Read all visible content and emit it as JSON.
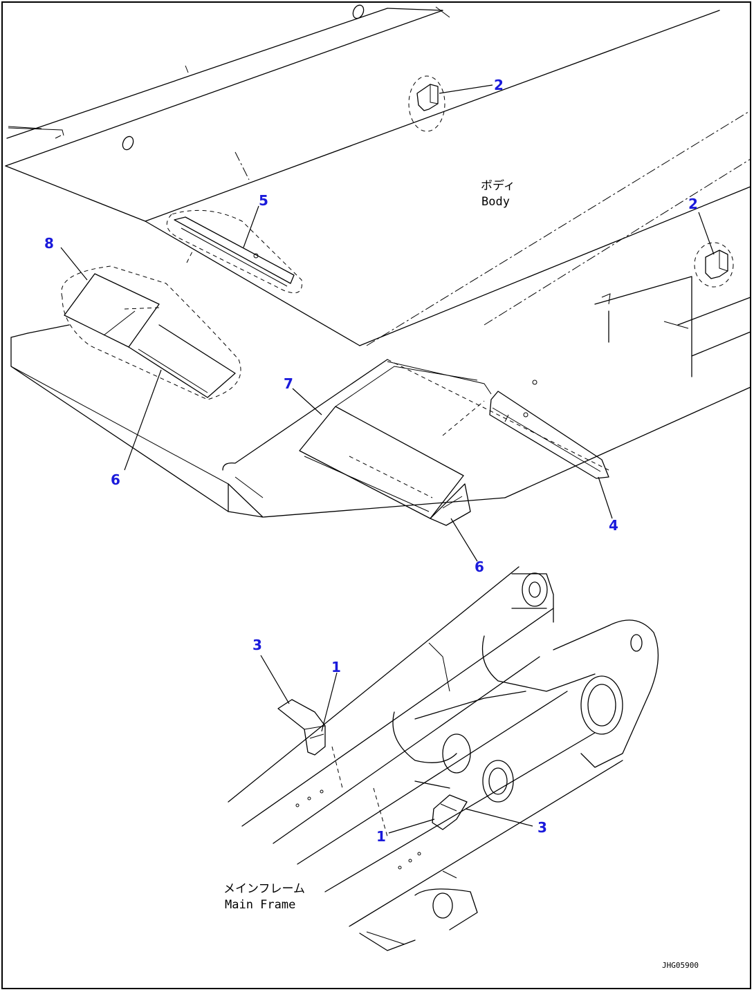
{
  "callouts": {
    "c1a": "1",
    "c1b": "1",
    "c2a": "2",
    "c2b": "2",
    "c3a": "3",
    "c3b": "3",
    "c4": "4",
    "c5": "5",
    "c6a": "6",
    "c6b": "6",
    "c7": "7",
    "c8": "8"
  },
  "labels": {
    "body_jp": "ボディ",
    "body_en": "Body",
    "frame_jp": "メインフレーム",
    "frame_en": "Main Frame"
  },
  "drawing_code": "JHG05900",
  "colors": {
    "callout": "#1a1adb",
    "line": "#000000"
  }
}
